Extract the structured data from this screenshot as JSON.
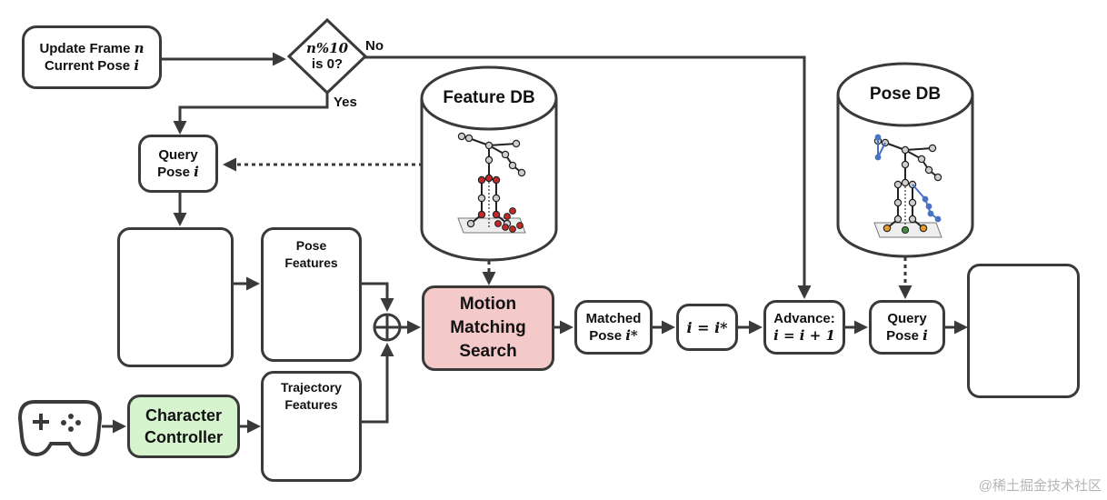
{
  "nodes": {
    "update_line1": "Update Frame",
    "update_var1": "n",
    "update_line2": "Current Pose",
    "update_var2": "i",
    "decision_line1_var": "n%10",
    "decision_line2": "is 0?",
    "no_label": "No",
    "yes_label": "Yes",
    "query_top_line1": "Query",
    "query_top_line2": "Pose",
    "query_top_var": "i",
    "pose_features_line1": "Pose",
    "pose_features_line2": "Features",
    "trajectory_features_line1": "Trajectory",
    "trajectory_features_line2": "Features",
    "character_controller_line1": "Character",
    "character_controller_line2": "Controller",
    "motion_search_line1": "Motion",
    "motion_search_line2": "Matching",
    "motion_search_line3": "Search",
    "feature_db": "Feature DB",
    "pose_db": "Pose DB",
    "matched_line1": "Matched",
    "matched_line2": "Pose",
    "matched_var": "i*",
    "assign": "i = i*",
    "advance_line1": "Advance:",
    "advance_line2": "i = i + 1",
    "query_right_line1": "Query",
    "query_right_line2": "Pose",
    "query_right_var": "i"
  },
  "watermark": "@稀土掘金技术社区",
  "colors": {
    "stroke": "#3a3a3a",
    "motion_search_fill": "#f4c9c9",
    "character_controller_fill": "#d6f5cf",
    "red_joint": "#c62828",
    "blue_joint": "#4a72c4",
    "orange_joint": "#e39b2d",
    "green_joint": "#3f8a3f"
  }
}
